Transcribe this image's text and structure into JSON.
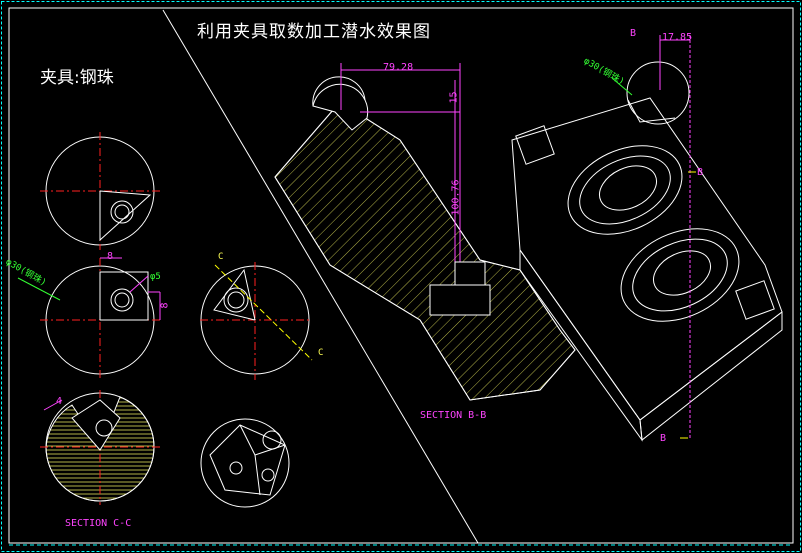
{
  "drawing": {
    "title": "利用夹具取数加工潜水效果图",
    "fixture_label": "夹具:钢珠",
    "section_cc": "SECTION C-C",
    "section_bb": "SECTION B-B",
    "dims": {
      "d7928": "79.28",
      "d15": "15",
      "d10076": "100.76",
      "d1785": "17.85",
      "d8a": "8",
      "d8b": "8",
      "d4": "4",
      "phi5": "φ5",
      "phi30_left": "φ30(钢珠)",
      "phi30_right": "φ30(钢珠)"
    },
    "markers": {
      "c_top": "C",
      "c_bottom": "C",
      "b_top": "B",
      "b_mid": "B",
      "b_bottom": "B"
    },
    "colors": {
      "frame": "#00ffff",
      "body": "#ffffff",
      "center": "#ff2020",
      "dim": "#ff44ff",
      "leader": "#ffff00",
      "accent": "#33ff33"
    }
  }
}
